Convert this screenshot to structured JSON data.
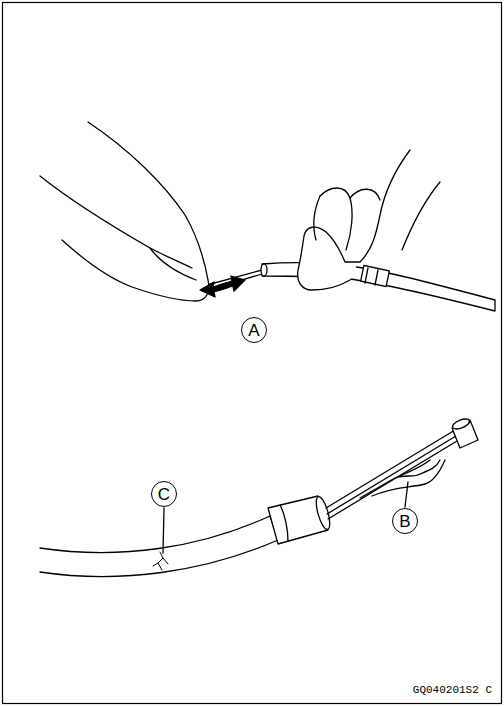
{
  "diagram": {
    "labels": [
      "A",
      "B",
      "C",
      "GQ040201S2 C"
    ]
  }
}
